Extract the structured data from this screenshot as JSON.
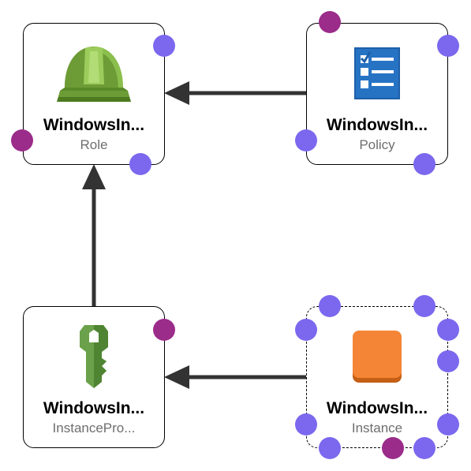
{
  "colors": {
    "input_port": "#7b68ee",
    "output_port": "#9b2c8a",
    "edge": "#333333"
  },
  "nodes": {
    "role": {
      "title": "WindowsIn...",
      "subtitle": "Role",
      "icon": "hardhat-icon"
    },
    "policy": {
      "title": "WindowsIn...",
      "subtitle": "Policy",
      "icon": "checklist-icon"
    },
    "instance_profile": {
      "title": "WindowsIn...",
      "subtitle": "InstancePro...",
      "icon": "key-icon"
    },
    "instance": {
      "title": "WindowsIn...",
      "subtitle": "Instance",
      "icon": "instance-square-icon"
    }
  },
  "edges": [
    {
      "from": "policy",
      "to": "role"
    },
    {
      "from": "instance_profile",
      "to": "role"
    },
    {
      "from": "instance",
      "to": "instance_profile"
    }
  ]
}
